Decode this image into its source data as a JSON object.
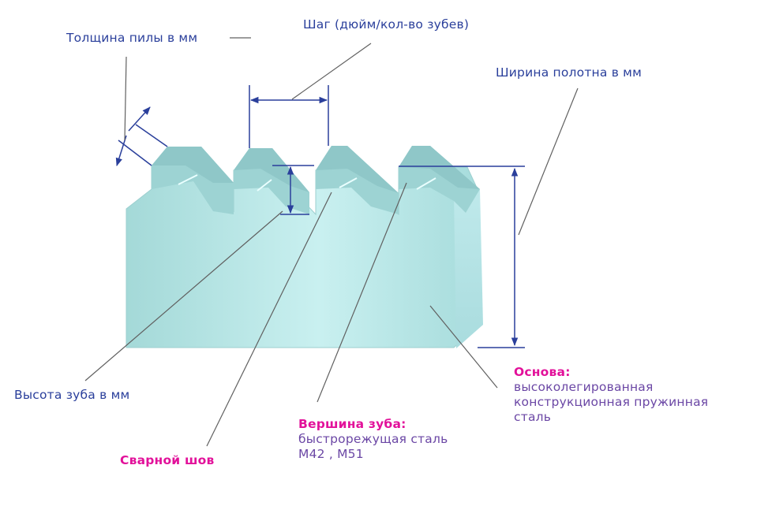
{
  "labels": {
    "saw_thickness": "Толщина пилы в мм",
    "pitch": "Шаг (дюйм/кол-во зубев)",
    "blade_width": "Ширина полотна в мм",
    "tooth_height": "Высота зуба в мм",
    "weld_seam": "Сварной шов",
    "tooth_tip": {
      "title": "Вершина зуба:",
      "line1": "быстрорежущая сталь",
      "line2": "М42 , М51"
    },
    "base": {
      "title": "Основа:",
      "line1": "высоколегированная",
      "line2": "конструкционная пружинная",
      "line3": "сталь"
    }
  },
  "colors": {
    "dimension_blue": "#2a3f9b",
    "leader_gray": "#606060",
    "highlight_magenta": "#e2119a",
    "description_purple": "#6b47a5",
    "blade_front": "#a9dedd",
    "blade_side": "#bfe8ea",
    "blade_top": "#93c9c9"
  }
}
